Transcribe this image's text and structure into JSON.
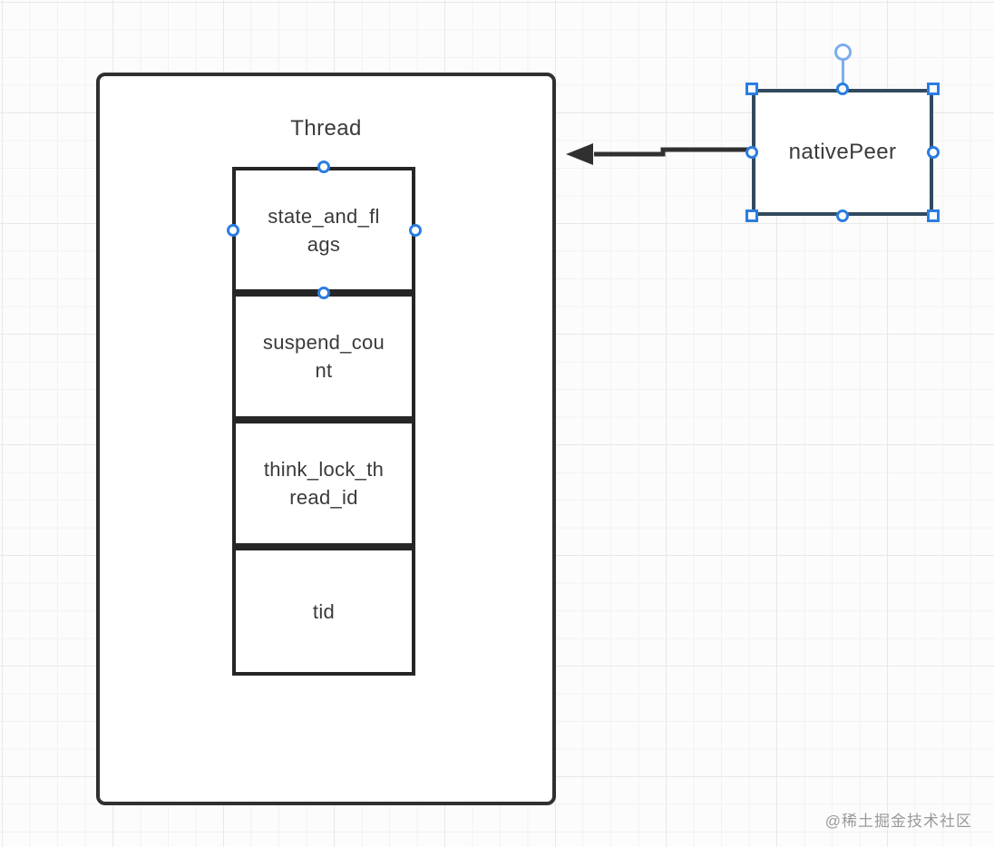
{
  "thread_box": {
    "title": "Thread",
    "fields": [
      {
        "label": "state_and_fl\nags"
      },
      {
        "label": "suspend_cou\nnt"
      },
      {
        "label": "think_lock_th\nread_id"
      },
      {
        "label": "tid"
      }
    ]
  },
  "native_peer": {
    "label": "nativePeer"
  },
  "canvas": {
    "watermark": "@稀土掘金技术社区"
  },
  "colors": {
    "shape_stroke": "#303030",
    "cell_stroke": "#262626",
    "native_stroke": "#324a5e",
    "selection_blue": "#2b7de1",
    "rotation_blue": "#7caeec",
    "text": "#3a3a3a",
    "watermark": "#9a9a9a",
    "grid_minor": "#f2f2f2",
    "grid_major": "#e8e8e8"
  }
}
